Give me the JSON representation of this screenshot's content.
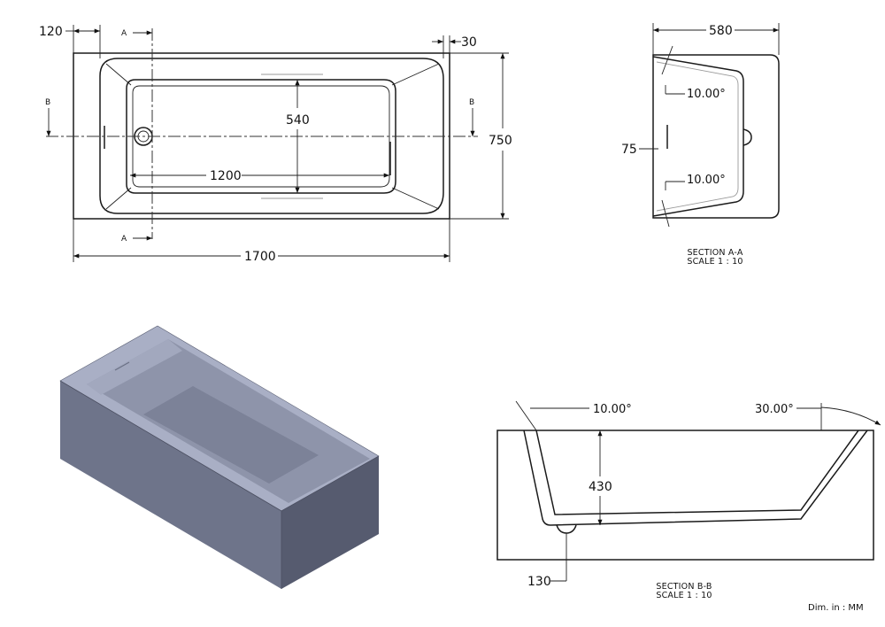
{
  "top_view": {
    "dim_rim_left": "120",
    "dim_rim_right": "30",
    "dim_inner_width": "540",
    "dim_inner_length": "1200",
    "dim_overall_width": "750",
    "dim_overall_length": "1700",
    "cut_a": "A",
    "cut_b": "B"
  },
  "section_a": {
    "dim_width": "580",
    "angle_top": "10.00°",
    "angle_bottom": "10.00°",
    "dim_overflow": "75",
    "caption_title": "SECTION A-A",
    "caption_scale": "SCALE 1 : 10"
  },
  "section_b": {
    "angle_left": "10.00°",
    "angle_right": "30.00°",
    "dim_depth": "430",
    "dim_drain": "130",
    "caption_title": "SECTION B-B",
    "caption_scale": "SCALE 1 : 10"
  },
  "units_note": "Dim. in : MM",
  "colors": {
    "tub_side_dark": "#565b6f",
    "tub_side_light": "#6e748a",
    "tub_rim": "#a9afc5",
    "tub_basin": "#8e94aa",
    "tub_floor": "#7c8298"
  }
}
